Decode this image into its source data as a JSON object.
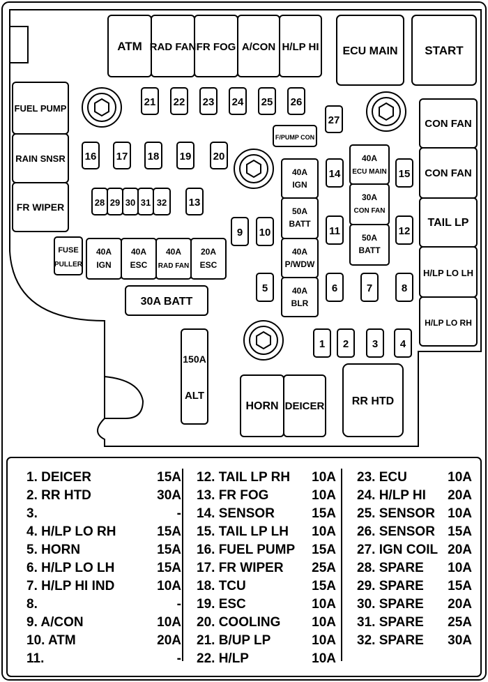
{
  "box_labels": {
    "atm": "ATM",
    "rad_fan": "RAD FAN",
    "fr_fog": "FR FOG",
    "a_con": "A/CON",
    "hlp_hi": "H/LP HI",
    "ecu_main": "ECU MAIN",
    "start": "START",
    "fuel_pump": "FUEL PUMP",
    "rain_snsr": "RAIN SNSR",
    "fr_wiper": "FR WIPER",
    "con_fan_1": "CON FAN",
    "con_fan_2": "CON FAN",
    "tail_lp": "TAIL LP",
    "hlp_lo_lh": "H/LP LO LH",
    "hlp_lo_rh": "H/LP LO RH",
    "fpump_con": "F/PUMP CON",
    "fuse_puller_1": "FUSE",
    "fuse_puller_2": "PULLER",
    "batt_30a": "30A BATT",
    "alt_1": "150A",
    "alt_2": "ALT",
    "horn": "HORN",
    "deicer": "DEICER",
    "rr_htd": "RR HTD"
  },
  "fuse_numbers": {
    "f21": "21",
    "f22": "22",
    "f23": "23",
    "f24": "24",
    "f25": "25",
    "f26": "26",
    "f27": "27",
    "f16": "16",
    "f17": "17",
    "f18": "18",
    "f19": "19",
    "f20": "20",
    "f28": "28",
    "f29": "29",
    "f30": "30",
    "f31": "31",
    "f32": "32",
    "f13": "13",
    "f14": "14",
    "f15": "15",
    "f9": "9",
    "f10": "10",
    "f11": "11",
    "f12": "12",
    "f5": "5",
    "f6": "6",
    "f7": "7",
    "f8": "8",
    "f1": "1",
    "f2": "2",
    "f3": "3",
    "f4": "4"
  },
  "midi_fuses": {
    "ign_40a": [
      "40A",
      "IGN"
    ],
    "batt_50a_l": [
      "50A",
      "BATT"
    ],
    "pwdw_40a": [
      "40A",
      "P/WDW"
    ],
    "blr_40a": [
      "40A",
      "BLR"
    ],
    "ecu_main_40a": [
      "40A",
      "ECU MAIN"
    ],
    "con_fan_30a": [
      "30A",
      "CON FAN"
    ],
    "batt_50a_r": [
      "50A",
      "BATT"
    ],
    "ign_40a_b": [
      "40A",
      "IGN"
    ],
    "esc_40a": [
      "40A",
      "ESC"
    ],
    "rad_fan_40a": [
      "40A",
      "RAD FAN"
    ],
    "esc_20a": [
      "20A",
      "ESC"
    ]
  },
  "legend": [
    [
      {
        "name": "1. DEICER",
        "amp": "15A"
      },
      {
        "name": "2. RR HTD",
        "amp": "30A"
      },
      {
        "name": "3.",
        "amp": "-"
      },
      {
        "name": "4. H/LP LO RH",
        "amp": "15A"
      },
      {
        "name": "5. HORN",
        "amp": "15A"
      },
      {
        "name": "6. H/LP LO LH",
        "amp": "15A"
      },
      {
        "name": "7. H/LP HI IND",
        "amp": "10A"
      },
      {
        "name": "8.",
        "amp": "-"
      },
      {
        "name": "9. A/CON",
        "amp": "10A"
      },
      {
        "name": "10. ATM",
        "amp": "20A"
      },
      {
        "name": "11.",
        "amp": "-"
      }
    ],
    [
      {
        "name": "12. TAIL LP RH",
        "amp": "10A"
      },
      {
        "name": "13. FR FOG",
        "amp": "10A"
      },
      {
        "name": "14. SENSOR",
        "amp": "15A"
      },
      {
        "name": "15. TAIL LP LH",
        "amp": "10A"
      },
      {
        "name": "16. FUEL PUMP",
        "amp": "15A"
      },
      {
        "name": "17. FR WIPER",
        "amp": "25A"
      },
      {
        "name": "18. TCU",
        "amp": "15A"
      },
      {
        "name": "19. ESC",
        "amp": "10A"
      },
      {
        "name": "20. COOLING",
        "amp": "10A"
      },
      {
        "name": "21. B/UP LP",
        "amp": "10A"
      },
      {
        "name": "22. H/LP",
        "amp": "10A"
      }
    ],
    [
      {
        "name": "23. ECU",
        "amp": "10A"
      },
      {
        "name": "24. H/LP HI",
        "amp": "20A"
      },
      {
        "name": "25. SENSOR",
        "amp": "10A"
      },
      {
        "name": "26. SENSOR",
        "amp": "15A"
      },
      {
        "name": "27. IGN COIL",
        "amp": "20A"
      },
      {
        "name": "28. SPARE",
        "amp": "10A"
      },
      {
        "name": "29. SPARE",
        "amp": "15A"
      },
      {
        "name": "30. SPARE",
        "amp": "20A"
      },
      {
        "name": "31. SPARE",
        "amp": "25A"
      },
      {
        "name": "32. SPARE",
        "amp": "30A"
      }
    ]
  ]
}
